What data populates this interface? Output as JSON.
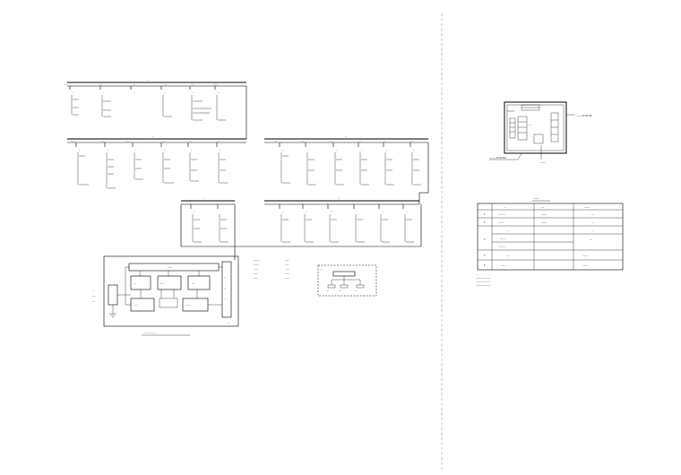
{
  "colors": {
    "line": "#000000",
    "background": "#ffffff",
    "divider": "#999999"
  },
  "icons": [
    "dashed-divider-line",
    "ground-symbol"
  ],
  "floor_groups": [
    {
      "label": "--",
      "panels": [
        {
          "label": "----",
          "tag": "--"
        },
        {
          "label": "-----",
          "tag": "--"
        },
        {
          "label": "----",
          "tag": "--"
        },
        {
          "label": "----",
          "tag": "--"
        },
        {
          "label": "-----",
          "tag": "--"
        },
        {
          "label": "------",
          "tag": "--"
        }
      ]
    },
    {
      "label": "--",
      "panels": [
        {
          "label": "------",
          "tag": "--"
        },
        {
          "label": "-----",
          "tag": "--"
        },
        {
          "label": "------",
          "tag": "--"
        },
        {
          "label": "----",
          "tag": "--"
        },
        {
          "label": "----",
          "tag": "--"
        },
        {
          "label": "----",
          "tag": "--"
        }
      ]
    },
    {
      "label": "--",
      "panels": [
        {
          "label": "-----",
          "tag": "--"
        },
        {
          "label": "-----",
          "tag": "--"
        },
        {
          "label": "----",
          "tag": "--"
        },
        {
          "label": "----",
          "tag": "--"
        },
        {
          "label": "----",
          "tag": "--"
        },
        {
          "label": "----",
          "tag": "--"
        }
      ]
    },
    {
      "label": "--",
      "panels": [
        {
          "label": "--",
          "tag": "--"
        },
        {
          "label": "--",
          "tag": "--"
        }
      ]
    },
    {
      "label": "--",
      "panels": [
        {
          "label": "--",
          "tag": "--"
        },
        {
          "label": "--",
          "tag": "--"
        },
        {
          "label": "--",
          "tag": "--"
        },
        {
          "label": "--",
          "tag": "--"
        },
        {
          "label": "--",
          "tag": "--"
        },
        {
          "label": "--",
          "tag": "--"
        }
      ]
    }
  ],
  "control_center": {
    "modules": [
      "------",
      "---",
      "------",
      "----",
      "----",
      "------"
    ],
    "side_labels": [
      "--",
      "--",
      "--"
    ],
    "corner_label": "---",
    "left_labels": [
      "--",
      "-----",
      "---"
    ],
    "caption": "-----------------"
  },
  "network_notes": {
    "left": [
      "--------",
      "--------",
      "-------",
      "------",
      "------"
    ],
    "right": [
      "------",
      "------",
      "------",
      "------",
      "------"
    ]
  },
  "network_box": {
    "title": "----",
    "nodes": [
      "----",
      "----",
      "----"
    ]
  },
  "room_plan": {
    "inner_label": "-----",
    "right_label": "------- H=0.3m",
    "bottom_left_label": "-------- H=0.3m",
    "bottom_right_label": "------"
  },
  "legend_table": {
    "title": "----",
    "headers": [
      "--",
      "----",
      "--------"
    ],
    "rows": [
      {
        "no": "1",
        "name": "----------",
        "spec": "--------",
        "remark": "---"
      },
      {
        "no": "2",
        "name": "---------",
        "spec": "--------",
        "remark": "---"
      },
      {
        "no": "",
        "name": "---",
        "spec": "",
        "remark": "---"
      },
      {
        "no": "3",
        "name": "--------",
        "spec": "",
        "remark": "----"
      },
      {
        "no": "",
        "name": "----------",
        "spec": "",
        "remark": ""
      },
      {
        "no": "4",
        "name": "----",
        "spec": "",
        "remark": "--------"
      },
      {
        "no": "5",
        "name": "------",
        "spec": "",
        "remark": "--------"
      }
    ],
    "notes": [
      "--",
      "---------------------",
      "--------------------",
      "---------------------"
    ]
  }
}
